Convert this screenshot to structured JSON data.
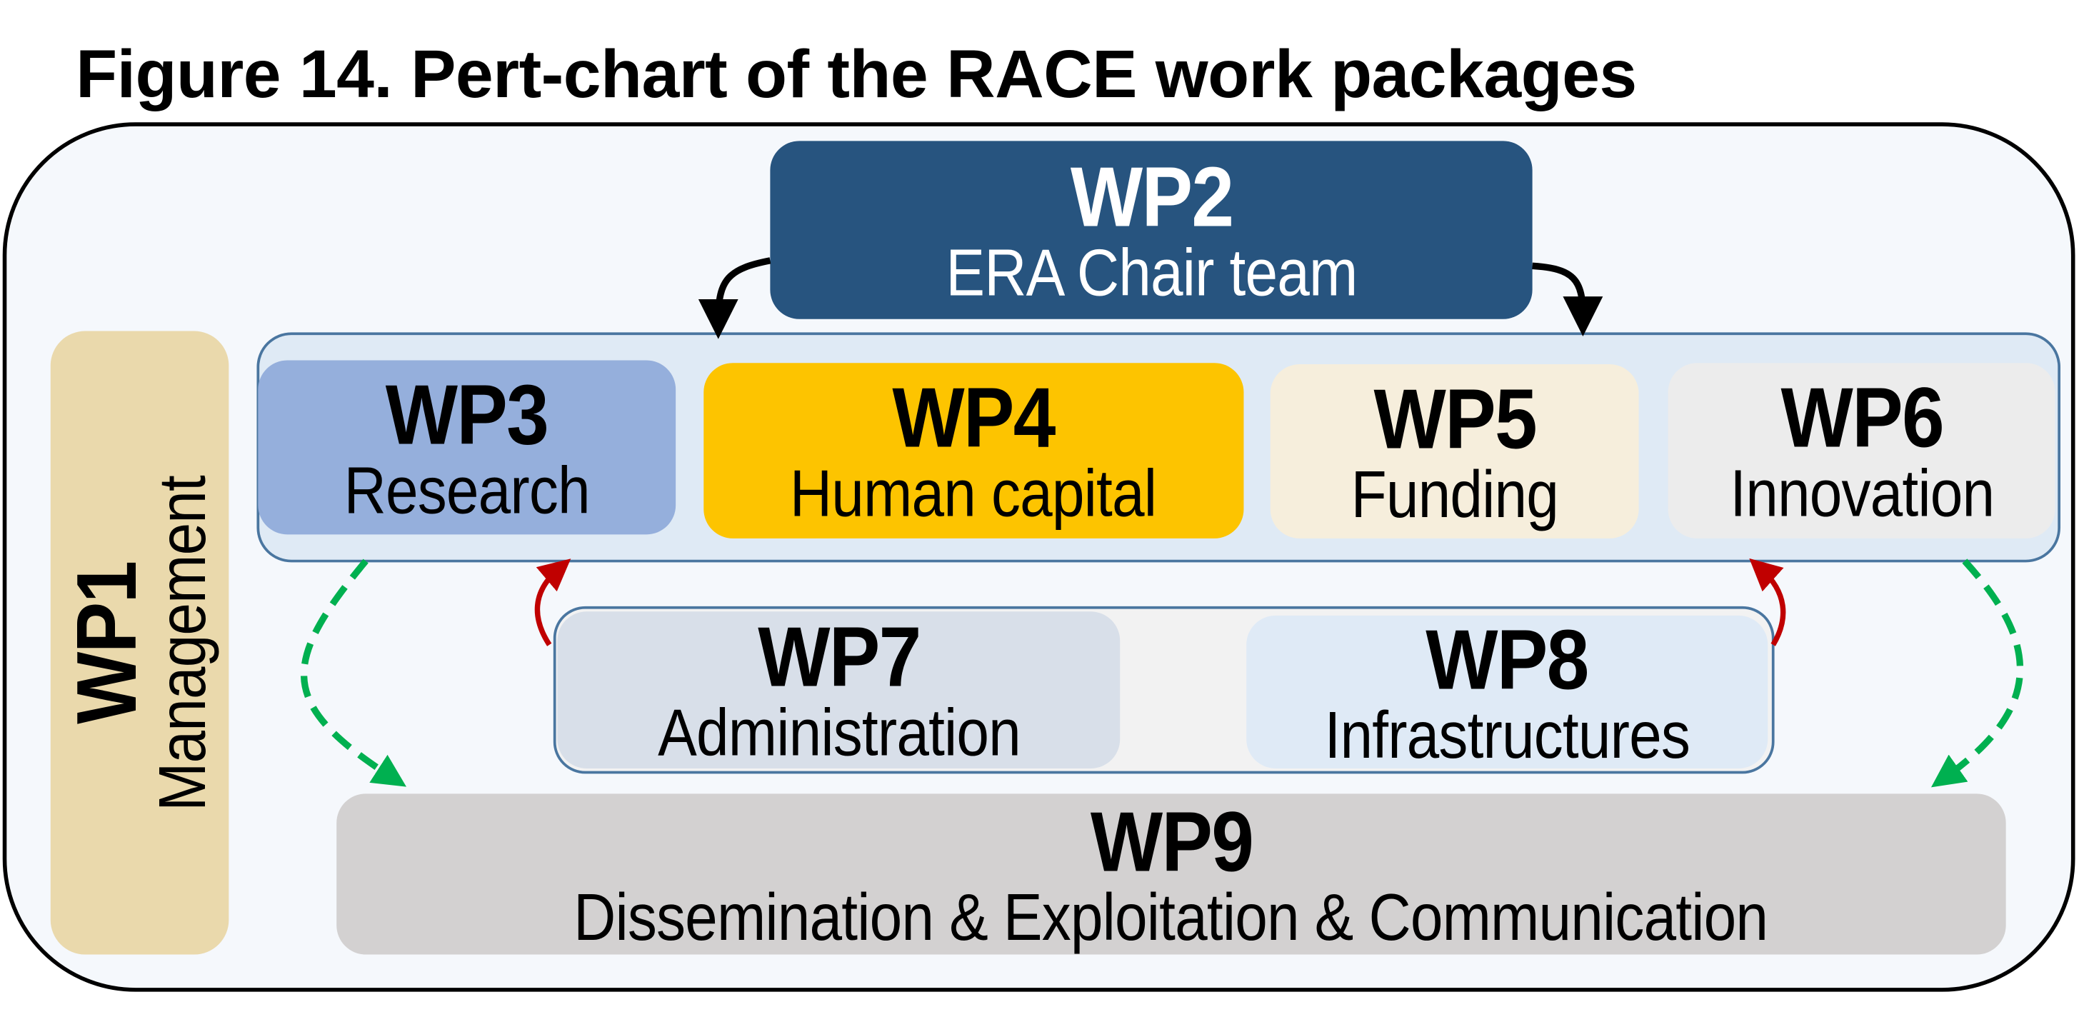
{
  "title": "Figure 14. Pert-chart of the RACE work packages",
  "packages": {
    "wp1": {
      "id": "WP1",
      "label": "Management",
      "color": "#ead9ac"
    },
    "wp2": {
      "id": "WP2",
      "label": "ERA Chair team",
      "color": "#27547f"
    },
    "wp3": {
      "id": "WP3",
      "label": "Research",
      "color": "#95afdc"
    },
    "wp4": {
      "id": "WP4",
      "label": "Human capital",
      "color": "#fdc400"
    },
    "wp5": {
      "id": "WP5",
      "label": "Funding",
      "color": "#f6eedc"
    },
    "wp6": {
      "id": "WP6",
      "label": "Innovation",
      "color": "#ececec"
    },
    "wp7": {
      "id": "WP7",
      "label": "Administration",
      "color": "#d8dfe9"
    },
    "wp8": {
      "id": "WP8",
      "label": "Infrastructures",
      "color": "#dfeaf6"
    },
    "wp9": {
      "id": "WP9",
      "label": "Dissemination & Exploitation & Communication",
      "color": "#d3d1d1"
    }
  },
  "arrow_colors": {
    "black": "#000000",
    "red": "#c00000",
    "green": "#00b050"
  }
}
